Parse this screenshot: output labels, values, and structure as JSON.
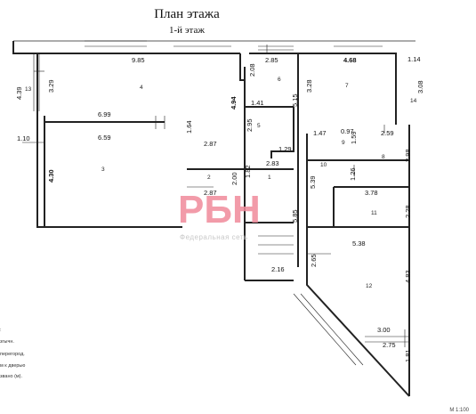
{
  "header": {
    "title": "План этажа",
    "subtitle": "1-й этаж"
  },
  "watermark": {
    "logo": "РБН",
    "text": "Федеральная сеть",
    "color": "#f08a9a"
  },
  "dimensions": [
    {
      "id": "d1",
      "text": "9.85"
    },
    {
      "id": "d2",
      "text": "2.85"
    },
    {
      "id": "d3",
      "text": "4.68",
      "bold": true
    },
    {
      "id": "d4",
      "text": "1.14"
    },
    {
      "id": "d5",
      "text": "4.39"
    },
    {
      "id": "d6",
      "text": "3.29"
    },
    {
      "id": "d7",
      "text": "2.08"
    },
    {
      "id": "d8",
      "text": "3.28"
    },
    {
      "id": "d9",
      "text": "3.08"
    },
    {
      "id": "d10",
      "text": "6.99"
    },
    {
      "id": "d11",
      "text": "4.94",
      "bold": true
    },
    {
      "id": "d12",
      "text": "1.41"
    },
    {
      "id": "d13",
      "text": "5.15"
    },
    {
      "id": "d14",
      "text": "1.10"
    },
    {
      "id": "d15",
      "text": "6.59"
    },
    {
      "id": "d16",
      "text": "1.64"
    },
    {
      "id": "d17",
      "text": "2.87"
    },
    {
      "id": "d18",
      "text": "2.95"
    },
    {
      "id": "d19",
      "text": "1.47"
    },
    {
      "id": "d20",
      "text": "0.97"
    },
    {
      "id": "d21",
      "text": "1.59"
    },
    {
      "id": "d22",
      "text": "2.59"
    },
    {
      "id": "d23",
      "text": "1.29"
    },
    {
      "id": "d24",
      "text": "2.83"
    },
    {
      "id": "d25",
      "text": "2.98"
    },
    {
      "id": "d26",
      "text": "4.30",
      "bold": true
    },
    {
      "id": "d27",
      "text": "2.00"
    },
    {
      "id": "d28",
      "text": "1.82"
    },
    {
      "id": "d29",
      "text": "1.26"
    },
    {
      "id": "d30",
      "text": "5.39"
    },
    {
      "id": "d31",
      "text": "2.87"
    },
    {
      "id": "d32",
      "text": "3.78"
    },
    {
      "id": "d33",
      "text": "2.28"
    },
    {
      "id": "d34",
      "text": "5.85"
    },
    {
      "id": "d35",
      "text": "5.38"
    },
    {
      "id": "d36",
      "text": "2.65"
    },
    {
      "id": "d37",
      "text": "2.16"
    },
    {
      "id": "d38",
      "text": "4.83"
    },
    {
      "id": "d39",
      "text": "3.00"
    },
    {
      "id": "d40",
      "text": "2.75"
    },
    {
      "id": "d41",
      "text": "1.81"
    }
  ],
  "rooms": [
    {
      "id": "r1",
      "text": "1"
    },
    {
      "id": "r2",
      "text": "2"
    },
    {
      "id": "r3",
      "text": "3"
    },
    {
      "id": "r4",
      "text": "4"
    },
    {
      "id": "r5",
      "text": "5"
    },
    {
      "id": "r6",
      "text": "6"
    },
    {
      "id": "r7",
      "text": "7"
    },
    {
      "id": "r8",
      "text": "8"
    },
    {
      "id": "r9",
      "text": "9"
    },
    {
      "id": "r10",
      "text": "10"
    },
    {
      "id": "r11",
      "text": "11"
    },
    {
      "id": "r12",
      "text": "12"
    },
    {
      "id": "r13",
      "text": "13"
    },
    {
      "id": "r14",
      "text": "14"
    }
  ],
  "legend": [
    {
      "id": "l1",
      "text": ":"
    },
    {
      "id": "l2",
      "text": "згычн."
    },
    {
      "id": "l3",
      "text": "перегород."
    },
    {
      "id": "l4",
      "text": "м к дверью"
    },
    {
      "id": "l5",
      "text": "звано (м)."
    }
  ],
  "scale": {
    "text": "М 1:100"
  }
}
